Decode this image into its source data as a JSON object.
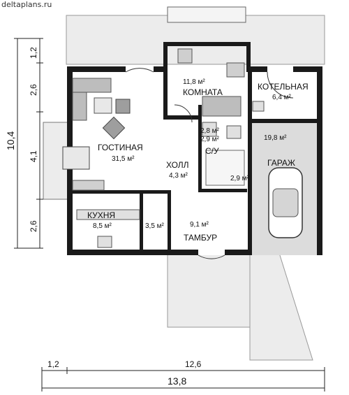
{
  "site": "deltaplans.ru",
  "rooms": {
    "living": {
      "name": "ГОСТИНАЯ",
      "area": "31,5 м²"
    },
    "room": {
      "name": "КОМНАТА",
      "area": "11,8 м²"
    },
    "boiler": {
      "name": "КОТЕЛЬНАЯ",
      "area": "6,4 м²"
    },
    "garage": {
      "name": "ГАРАЖ",
      "area": "19,8 м²"
    },
    "hall": {
      "name": "ХОЛЛ",
      "area": "4,3 м²"
    },
    "kitchen": {
      "name": "КУХНЯ",
      "area": "8,5 м²"
    },
    "vestibule": {
      "name": "ТАМБУР",
      "area": "9,1 м²"
    },
    "bath": {
      "name": "С/У",
      "area1": "2,8 м²",
      "area2": "2,9 м²"
    },
    "stair": {
      "area": "2,9 м²"
    },
    "pantry": {
      "area": "3,5 м²"
    }
  },
  "dimensions": {
    "left": [
      "1,2",
      "2,6",
      "4,1",
      "2,6"
    ],
    "left_total": "10,4",
    "bottom": [
      "1,2",
      "12,6"
    ],
    "bottom_total": "13,8"
  },
  "colors": {
    "wall": "#1a1a1a",
    "terrace": "#ececec",
    "floor": "#ffffff",
    "garage": "#dcdcdc"
  }
}
